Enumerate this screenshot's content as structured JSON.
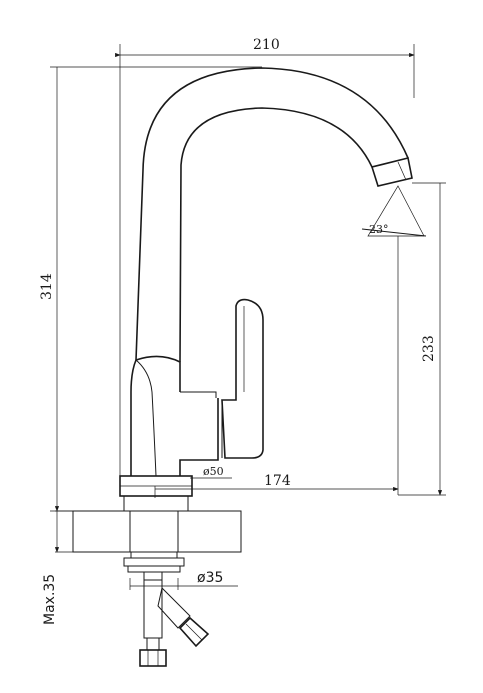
{
  "dimensions": {
    "width_label": "210",
    "height_label": "314",
    "spout_height_label": "233",
    "reach_label": "174",
    "body_diameter_label": "ø50",
    "hole_diameter_label": "ø35",
    "max_thickness_label": "Max.35",
    "swivel_angle_label": "23°"
  }
}
